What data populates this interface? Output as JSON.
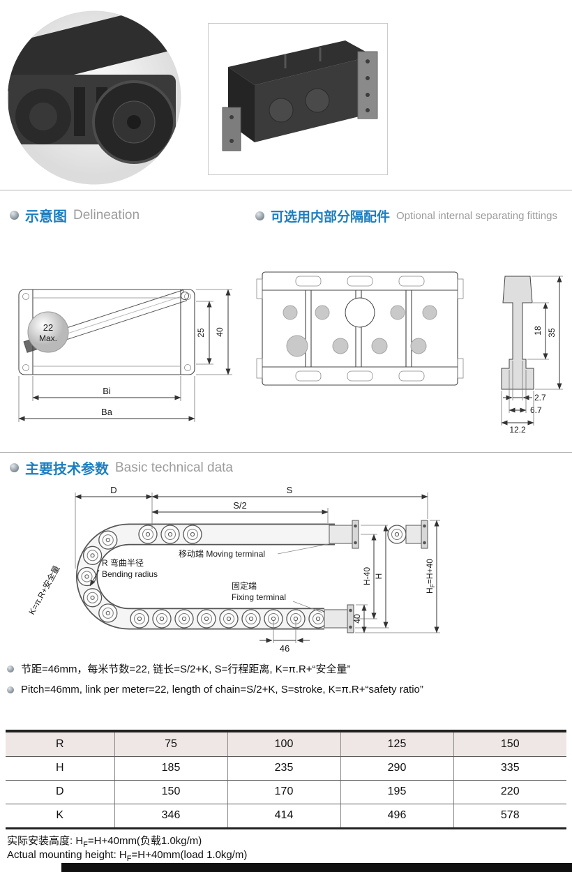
{
  "colors": {
    "accent_blue": "#1b7ec2",
    "heading_gray": "#9c9c9c",
    "table_header_bg": "#efe6e6"
  },
  "photos": {
    "closeup": "cable carrier close-up photo",
    "assembly": "cable carrier assembly photo"
  },
  "sections": {
    "delineation": {
      "zh": "示意图",
      "en": "Delineation"
    },
    "fittings": {
      "zh": "可选用内部分隔配件",
      "en": "Optional internal separating fittings"
    },
    "technical": {
      "zh": "主要技术参数",
      "en": "Basic technical data"
    }
  },
  "side_view": {
    "ball_line1": "22",
    "ball_line2": "Max.",
    "dim_inner_height": "25",
    "dim_outer_height": "40",
    "dim_bi": "Bi",
    "dim_ba": "Ba"
  },
  "separator_profile": {
    "dim_18": "18",
    "dim_35": "35",
    "dim_2_7": "2.7",
    "dim_6_7": "6.7",
    "dim_12_2": "12.2"
  },
  "bend": {
    "dim_d": "D",
    "dim_s": "S",
    "dim_s_half": "S/2",
    "k_label": "K=π.R+安全量",
    "moving_label": "移动端 Moving terminal",
    "radius_zh": "R 弯曲半径",
    "radius_en": "Bending radius",
    "fixed_zh": "固定端",
    "fixed_en": "Fixing terminal",
    "dim_h_minus_40": "H-40",
    "dim_h": "H",
    "hf_prefix": "H",
    "hf_sub": "F",
    "hf_rest": "=H+40",
    "dim_40": "40",
    "dim_46": "46"
  },
  "notes": {
    "zh": "节距=46mm，每米节数=22, 链长=S/2+K, S=行程距离, K=π.R+“安全量”",
    "en": "Pitch=46mm, link per meter=22, length of chain=S/2+K, S=stroke, K=π.R+“safety ratio”"
  },
  "table": {
    "header": [
      "R",
      "75",
      "100",
      "125",
      "150"
    ],
    "rows": [
      {
        "label": "H",
        "values": [
          "185",
          "235",
          "290",
          "335"
        ]
      },
      {
        "label": "D",
        "values": [
          "150",
          "170",
          "195",
          "220"
        ]
      },
      {
        "label": "K",
        "values": [
          "346",
          "414",
          "496",
          "578"
        ]
      }
    ]
  },
  "footer": {
    "zh_prefix": "实际安装高度: H",
    "zh_sub": "F",
    "zh_rest": "=H+40mm(负载1.0kg/m)",
    "en_prefix": "Actual mounting height: H",
    "en_sub": "F",
    "en_rest": "=H+40mm(load 1.0kg/m)"
  }
}
